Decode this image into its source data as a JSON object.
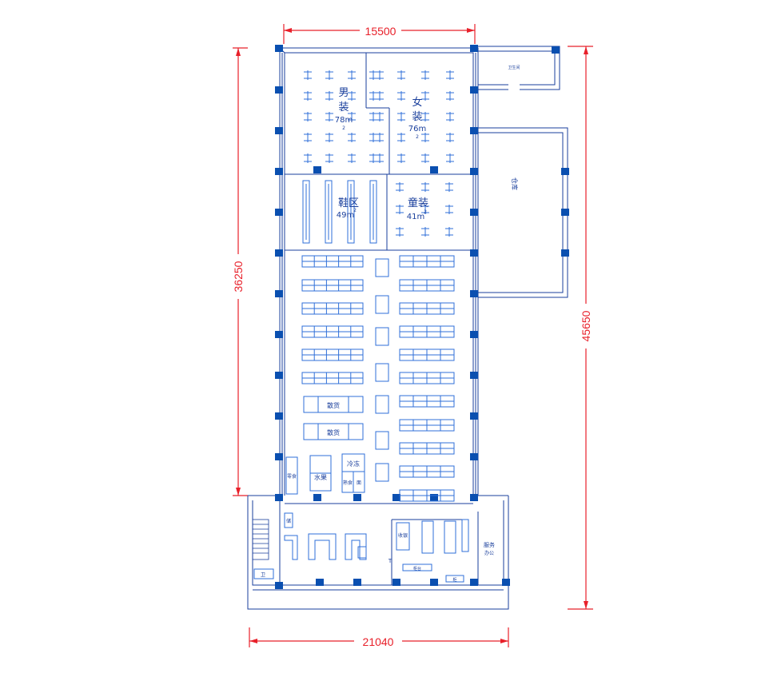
{
  "dimensions": {
    "top_width": "15500",
    "bottom_width": "21040",
    "left_height": "36250",
    "right_height": "45650"
  },
  "rooms": {
    "mens": {
      "line1": "男",
      "line2": "装",
      "area": "78m",
      "sup": "2"
    },
    "womens": {
      "line1": "女",
      "line2": "装",
      "area": "76m",
      "sup": "2"
    },
    "shoes": {
      "name": "鞋区",
      "area": "49m",
      "sup": "2"
    },
    "kids": {
      "name": "童装",
      "area": "41m",
      "sup": "2"
    },
    "warehouse": {
      "name": "仓库"
    },
    "office": {
      "name": "办公"
    }
  },
  "labels": {
    "bulk1": "散货",
    "bulk2": "散货",
    "fruit": "水果",
    "freezer": "冷冻",
    "cooked": "熟食",
    "noodle": "面",
    "snack": "零食",
    "cashier": "收银",
    "counter": "柜台",
    "service": "服务",
    "toilet": "卫",
    "storage": "储",
    "dev": "柜",
    "t_mark": "T",
    "bath": "卫生间"
  },
  "colors": {
    "wall": "#1a3f9c",
    "column": "#0a4fb0",
    "fixture": "#2f6fd8",
    "dimension": "#e8202a"
  }
}
